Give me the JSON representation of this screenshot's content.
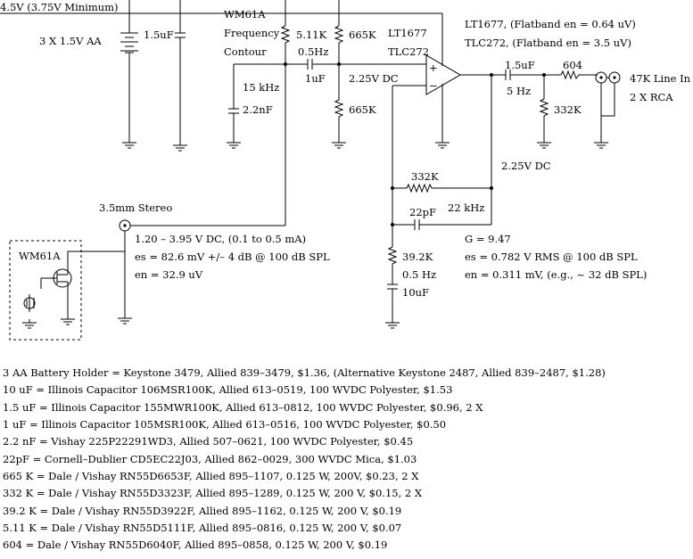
{
  "labels": {
    "supply": "4.5V (3.75V Minimum)",
    "battery": "3 X 1.5V AA",
    "c_supply": "1.5uF",
    "mic_title": "WM61A",
    "contour_1": "Frequency",
    "contour_2": "Contour",
    "r_5k11": "5.11K",
    "f_05hz": "0.5Hz",
    "c_1uf": "1uF",
    "f_15khz": "15 kHz",
    "c_22nf": "2.2nF",
    "r_665k_top": "665K",
    "r_665k_bot": "665K",
    "bias": "2.25V DC",
    "op_lt": "LT1677",
    "op_tlc": "TLC272",
    "plus": "+",
    "minus": "−",
    "note_lt": "LT1677, (Flatband en = 0.64 uV)",
    "note_tlc": "TLC272, (Flatband en = 3.5 uV)",
    "c_out": "1.5uF",
    "f_5hz": "5 Hz",
    "r_604": "604",
    "r_332k_out": "332K",
    "line_in": "47K Line In",
    "rca": "2 X RCA",
    "out_dc": "2.25V DC",
    "r_332k_fb": "332K",
    "c_22pf": "22pF",
    "f_22khz": "22 kHz",
    "jack": "3.5mm Stereo",
    "mic_box": "WM61A",
    "mic_dc": "1.20 – 3.95 V DC, (0.1 to 0.5 mA)",
    "mic_es": "es = 82.6 mV +/– 4 dB @ 100 dB SPL",
    "mic_en": "en = 32.9 uV",
    "r_392k": "39.2K",
    "f_05hz_b": "0.5 Hz",
    "c_10uf": "10uF",
    "gain": "G = 9.47",
    "out_es": "es = 0.782 V RMS @ 100 dB SPL",
    "out_en": "en = 0.311 mV, (e.g., ~ 32 dB SPL)"
  },
  "bom": [
    "3 AA Battery Holder = Keystone 3479, Allied 839–3479, $1.36, (Alternative Keystone 2487, Allied 839–2487, $1.28)",
    "10 uF = Illinois Capacitor 106MSR100K, Allied 613–0519, 100 WVDC Polyester, $1.53",
    "1.5 uF = Illinois Capacitor 155MWR100K, Allied 613–0812, 100 WVDC Polyester, $0.96, 2 X",
    "1 uF = Illinois Capacitor 105MSR100K, Allied 613–0516, 100 WVDC Polyester, $0.50",
    "2.2 nF = Vishay 225P22291WD3, Allied 507–0621, 100 WVDC Polyester, $0.45",
    "22pF = Cornell–Dublier CD5EC22J03, Allied 862–0029, 300 WVDC Mica, $1.03",
    "665 K = Dale / Vishay RN55D6653F, Allied 895–1107, 0.125 W, 200V, $0.23, 2 X",
    "332 K = Dale / Vishay RN55D3323F, Allied 895–1289, 0.125 W, 200 V, $0.15, 2 X",
    "39.2 K = Dale / Vishay RN55D3922F, Allied 895–1162, 0.125 W, 200 V, $0.19",
    "5.11 K = Dale / Vishay RN55D5111F, Allied 895–0816, 0.125 W, 200 V, $0.07",
    "604 = Dale / Vishay RN55D6040F, Allied 895–0858, 0.125 W, 200 V, $0.19"
  ]
}
